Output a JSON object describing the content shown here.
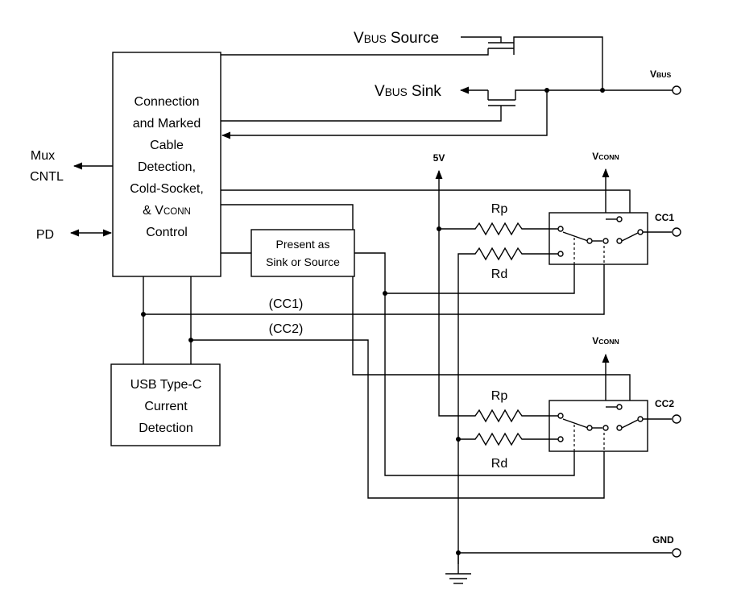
{
  "blocks": {
    "control": [
      "Connection",
      "and Marked",
      "Cable",
      "Detection,",
      "Cold-Socket,"
    ],
    "control_vconn_prefix": "& V",
    "control_vconn_sc": "CONN",
    "control_last": "Control",
    "present": [
      "Present as",
      "Sink or Source"
    ],
    "current": [
      "USB Type-C",
      "Current",
      "Detection"
    ]
  },
  "labels": {
    "vbus_v": "V",
    "vbus_sc": "BUS",
    "vbus_source_word": "Source",
    "vbus_sink_word": "Sink",
    "vconn_v": "V",
    "vconn_sc": "CONN",
    "mux": [
      "Mux",
      "CNTL"
    ],
    "pd": "PD",
    "five_v": "5V",
    "rp": "Rp",
    "rd": "Rd",
    "cc1_out": "CC1",
    "cc2_out": "CC2",
    "cc1_bus": "(CC1)",
    "cc2_bus": "(CC2)",
    "gnd": "GND"
  }
}
